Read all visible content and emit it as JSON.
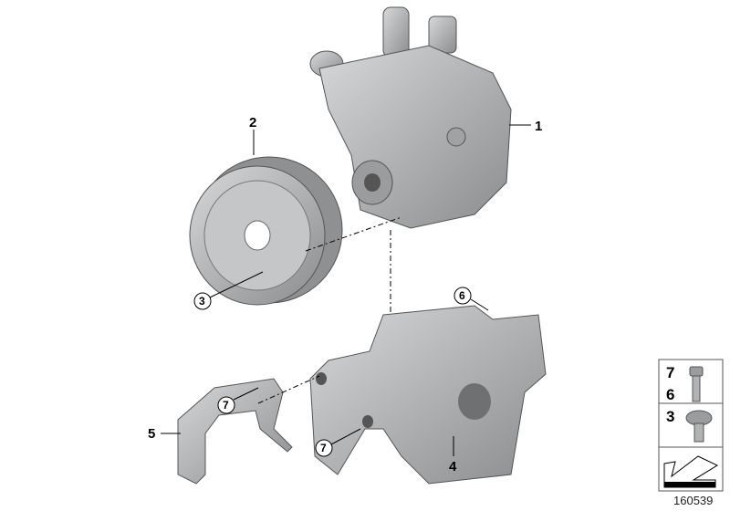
{
  "diagram": {
    "callouts": [
      {
        "id": "part-1",
        "label": "1",
        "circled": false
      },
      {
        "id": "part-2",
        "label": "2",
        "circled": false
      },
      {
        "id": "part-3",
        "label": "3",
        "circled": true
      },
      {
        "id": "part-4",
        "label": "4",
        "circled": false
      },
      {
        "id": "part-5",
        "label": "5",
        "circled": false
      },
      {
        "id": "part-6",
        "label": "6",
        "circled": true
      },
      {
        "id": "part-7a",
        "label": "7",
        "circled": true
      },
      {
        "id": "part-7b",
        "label": "7",
        "circled": true
      }
    ],
    "legend": {
      "row1": [
        "7",
        "6"
      ],
      "row2": [
        "3"
      ],
      "row3_icon": "arrow-icon"
    },
    "reference_number": "160539",
    "colors": {
      "part_fill": "#b4b6b8",
      "part_dark": "#7c7e80",
      "line": "#000000"
    }
  }
}
